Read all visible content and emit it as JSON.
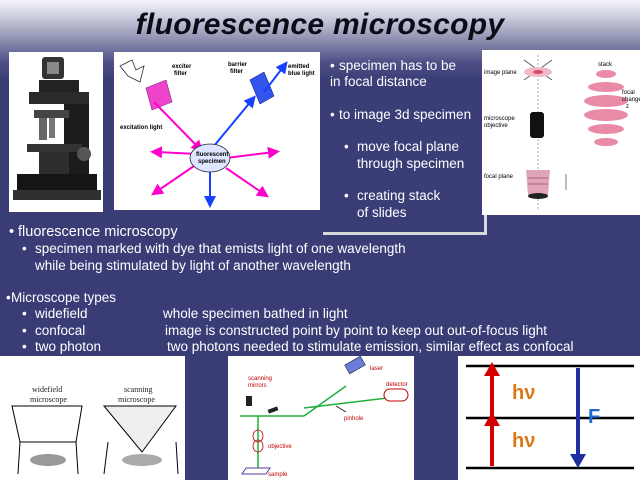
{
  "title": "fluorescence microscopy",
  "top_right_notes": {
    "n1a": "specimen has to be",
    "n1b": "in focal distance",
    "n2": "to image 3d specimen",
    "n3a": "move focal plane",
    "n3b": "through specimen",
    "n4a": "creating stack",
    "n4b": "of slides"
  },
  "main": {
    "heading1": "fluorescence microscopy",
    "desc_a": "specimen marked with dye that emists light of one wavelength",
    "desc_b": "while being stimulated by light of another wavelength",
    "heading2": "Microscope types",
    "types": [
      {
        "name": "widefield",
        "desc": "whole specimen bathed in light"
      },
      {
        "name": "confocal",
        "desc": "image is constructed point by point to keep out out-of-focus light"
      },
      {
        "name": "two photon",
        "desc": "two photons needed to stimulate emission, similar effect as confocal"
      }
    ]
  },
  "filter_diagram": {
    "exciter": "exciter\nfilter",
    "barrier": "barrier\nfilter",
    "emitted": "emitted\nblue light",
    "excitation": "excitation light",
    "specimen": "fluorescent\nspecimen"
  },
  "stack_diagram": {
    "image_plane": "image plane",
    "objective": "microscope\nobjective",
    "focal_plane": "focal plane",
    "stack": "stack",
    "focal_change": "focal\nchange\nz"
  },
  "scan_diagram": {
    "widefield": "widefield\nmicroscope",
    "scanning": "scanning\nmicroscope"
  },
  "confocal_diagram": {
    "laser": "laser",
    "scanning_mirrors": "scanning\nmirrors",
    "pinhole": "pinhole",
    "detector": "detector",
    "objective": "objective",
    "sample": "sample"
  },
  "energy_diagram": {
    "hv1": "hν",
    "hv2": "hν",
    "f": "F"
  },
  "colors": {
    "background": "#3a3c76",
    "energy_red": "#d40000",
    "energy_blue": "#1f2fa0",
    "hv_orange": "#d87a18"
  }
}
